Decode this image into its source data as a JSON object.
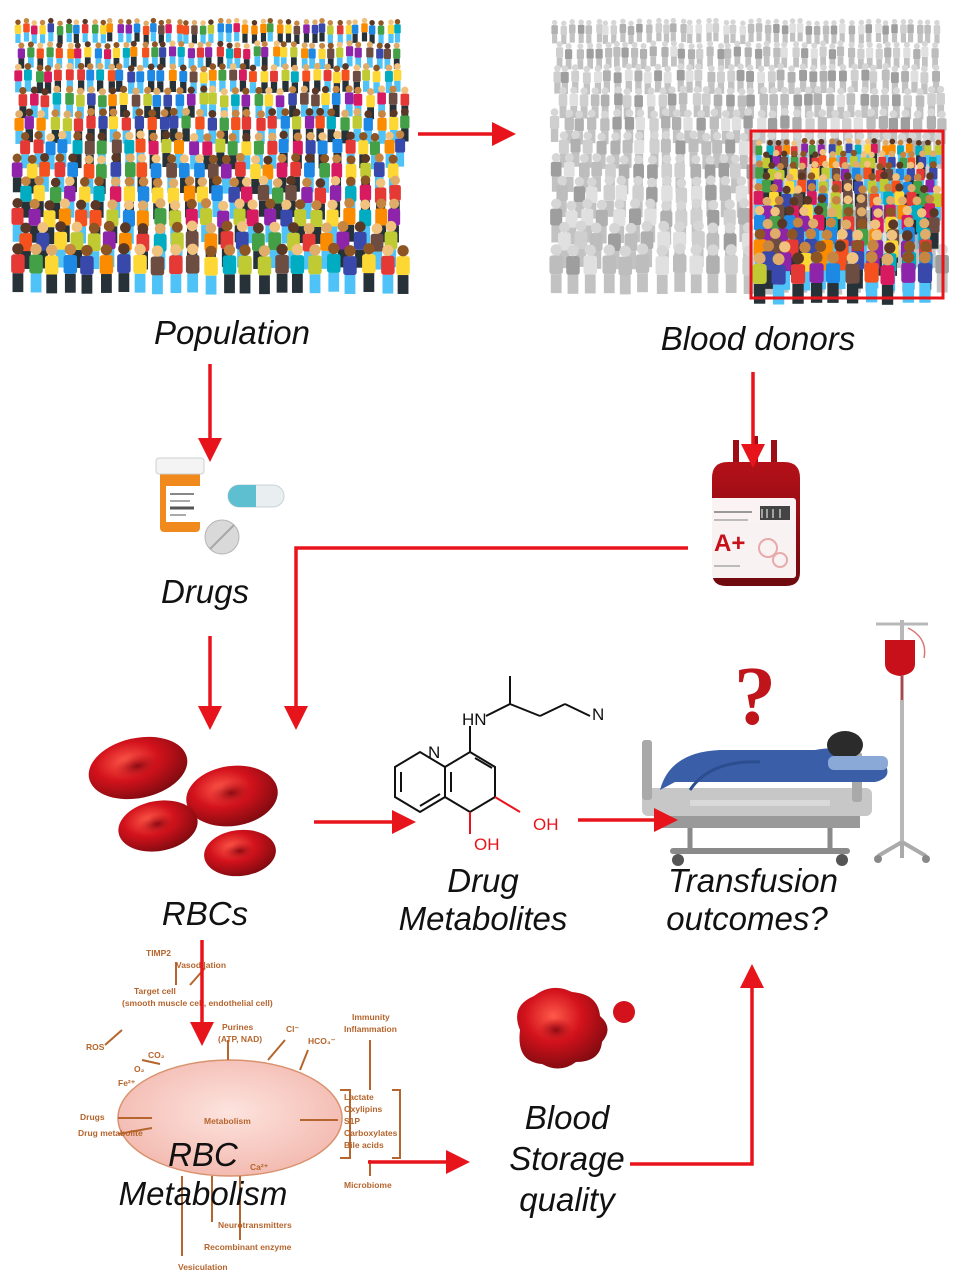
{
  "labels": {
    "population": "Population",
    "blood_donors": "Blood donors",
    "drugs": "Drugs",
    "rbcs": "RBCs",
    "drug_metabolites_1": "Drug",
    "drug_metabolites_2": "Metabolites",
    "transfusion_1": "Transfusion",
    "transfusion_2": "outcomes?",
    "blood_storage_1": "Blood",
    "blood_storage_2": "Storage",
    "blood_storage_3": "quality",
    "rbc_metabolism_1": "RBC",
    "rbc_metabolism_2": "Metabolism",
    "question_mark": "?"
  },
  "blood_bag": {
    "blood_type": "A+"
  },
  "molecule": {
    "hn": "HN",
    "n_ring": "N",
    "n_chain": "N",
    "oh1": "OH",
    "oh2": "OH"
  },
  "metabolism_figure": {
    "terms": [
      "TIMP2",
      "Vasodilation",
      "Target cell",
      "(smooth muscle cell, endothelial cell)",
      "ROS",
      "Purines",
      "(ATP, NAD)",
      "CO₂",
      "O₂",
      "Fe²⁺",
      "Cl⁻",
      "HCO₃⁻",
      "Immunity",
      "Inflammation",
      "Metabolism",
      "Drugs",
      "Drug metabolite",
      "Lactate",
      "Oxylipins",
      "S1P",
      "Carboxylates",
      "Bile acids",
      "Ca²⁺",
      "Microbiome",
      "Neurotransmitters",
      "Recombinant enzyme",
      "Vesiculation"
    ]
  },
  "colors": {
    "arrow": "#e8141b",
    "rbc": "#c8101a",
    "metabolism_text": "#b5652d",
    "metabolism_fill": "#f6cfc8",
    "highlight_box": "#e8141b"
  },
  "icons": [
    "crowd-image",
    "highlighted-crowd-image",
    "pill-bottle-icon",
    "capsule-icon",
    "tablet-icon",
    "blood-bag-icon",
    "red-blood-cells-icon",
    "molecule-structure",
    "hospital-bed-patient-icon",
    "iv-stand-icon",
    "question-mark-icon",
    "blood-storage-cell-icon",
    "rbc-metabolism-figure"
  ]
}
